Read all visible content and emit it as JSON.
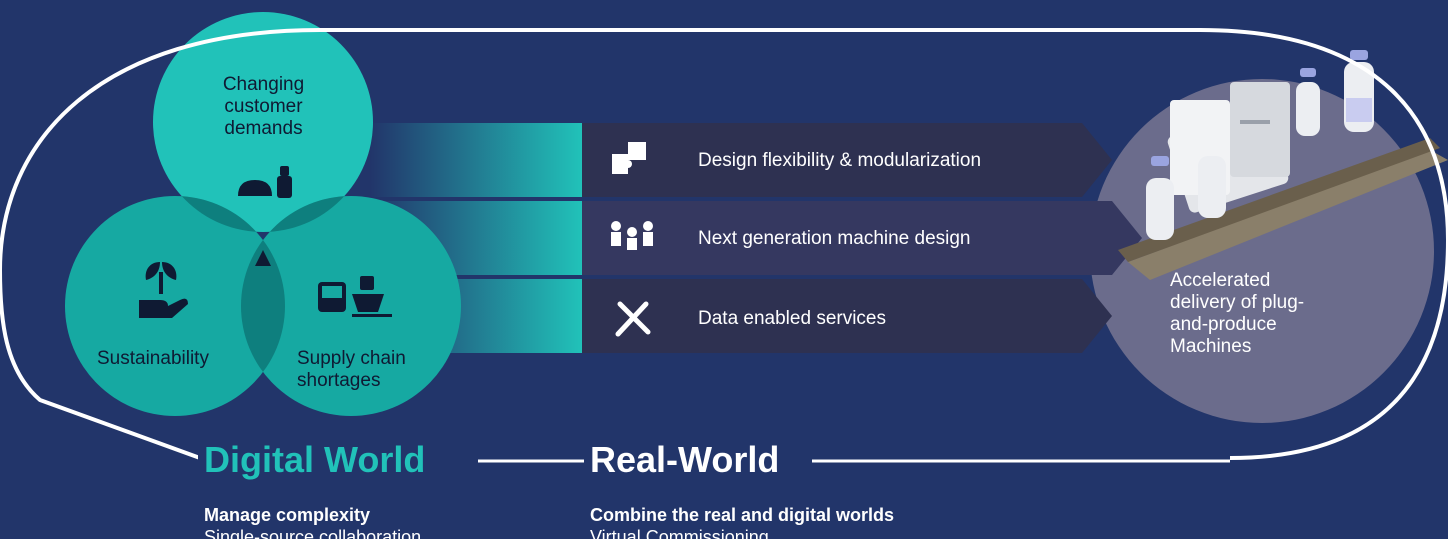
{
  "colors": {
    "background": "#22356a",
    "teal": "#21c2b9",
    "teal_dark": "#18a39b",
    "bar": "#2e3151",
    "bar_alt": "#3a3d63",
    "outcome_circle": "#6b6c8c",
    "digital_world": "#21c2b9",
    "real_world": "#ffffff"
  },
  "challenges": {
    "top": "Changing customer demands",
    "left": "Sustainability",
    "right": "Supply chain shortages"
  },
  "solutions": [
    {
      "label": "Design flexibility & modularization",
      "icon": "puzzle-icon"
    },
    {
      "label": "Next generation machine design",
      "icon": "team-icon"
    },
    {
      "label": "Data enabled services",
      "icon": "tools-icon"
    }
  ],
  "outcome": {
    "label": "Accelerated delivery of plug-and-produce Machines",
    "icon": "bottling-machine-illustration"
  },
  "digital_world": {
    "title": "Digital World",
    "heading": "Manage complexity",
    "text": "Single-source collaboration"
  },
  "real_world": {
    "title": "Real-World",
    "heading": "Combine the real and digital worlds",
    "text": "Virtual Commissioning"
  }
}
